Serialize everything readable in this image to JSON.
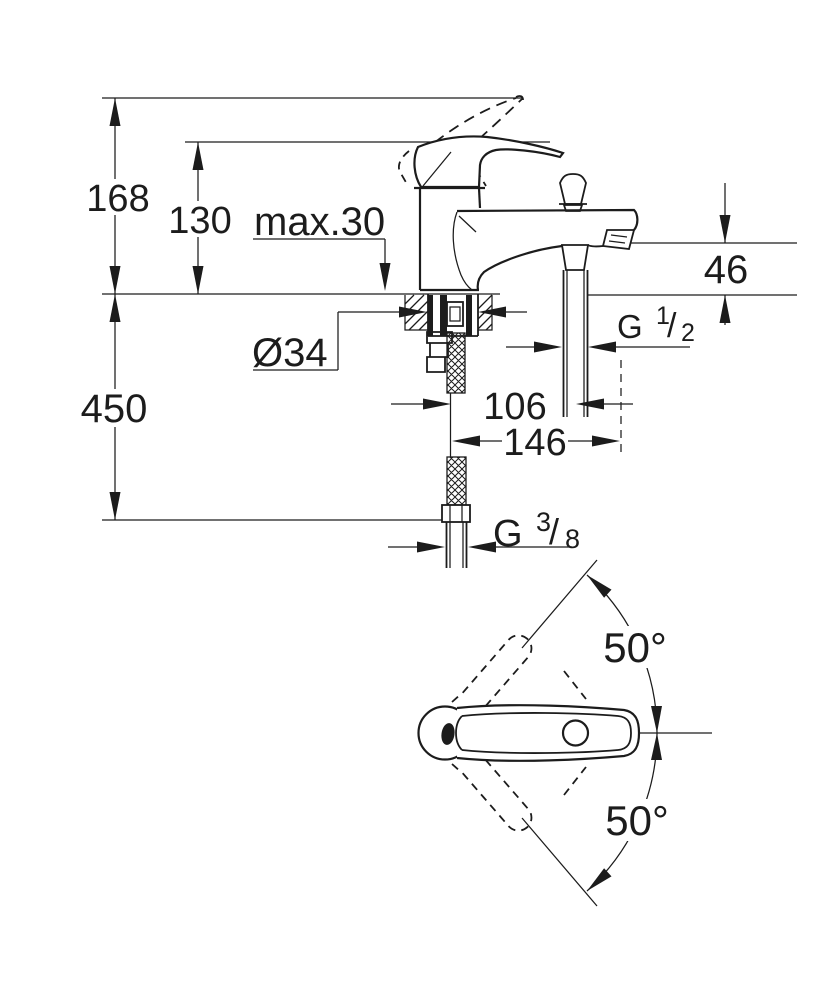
{
  "drawing": {
    "type": "faucet installation dimension drawing",
    "colors": {
      "background": "#ffffff",
      "line": "#1c1c1c"
    },
    "dimensions": {
      "overall_height": "168",
      "upper_height": "130",
      "max_mounting_thickness": "max.30",
      "hole_diameter": "Ø34",
      "hose_length_below": "450",
      "outlet_height": "46",
      "hose_offset": "106",
      "outlet_reach": "146",
      "shower_thread": {
        "letter": "G",
        "numerator": "1",
        "slash": "/",
        "denominator": "2"
      },
      "supply_thread": {
        "letter": "G",
        "numerator": "3",
        "slash": "/",
        "denominator": "8"
      },
      "lever_swing_upper": "50°",
      "lever_swing_lower": "50°"
    }
  }
}
